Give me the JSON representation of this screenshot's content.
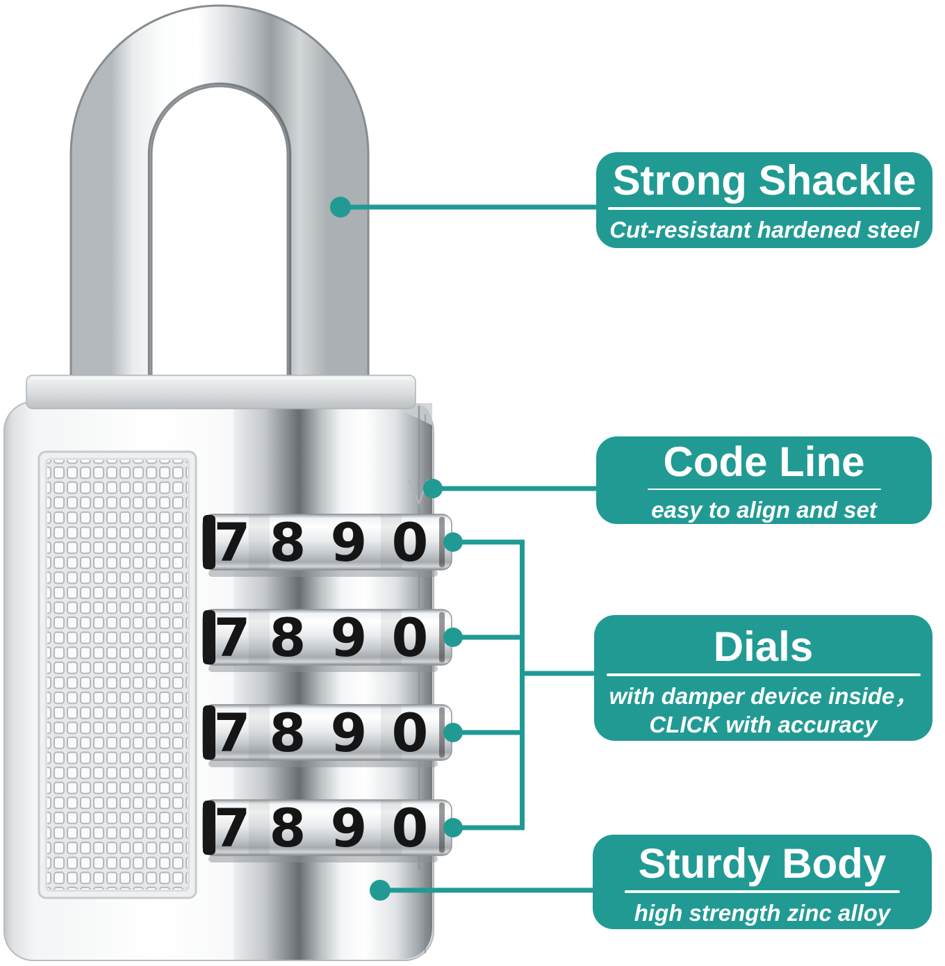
{
  "colors": {
    "accent": "#219a94"
  },
  "lock": {
    "dials": [
      {
        "digits": [
          "7",
          "8",
          "9",
          "0"
        ]
      },
      {
        "digits": [
          "7",
          "8",
          "9",
          "0"
        ]
      },
      {
        "digits": [
          "7",
          "8",
          "9",
          "0"
        ]
      },
      {
        "digits": [
          "7",
          "8",
          "9",
          "0"
        ]
      }
    ]
  },
  "callouts": {
    "strong_shackle": {
      "title": "Strong Shackle",
      "subtitle": "Cut-resistant hardened steel"
    },
    "code_line": {
      "title": "Code Line",
      "subtitle": "easy to align and set"
    },
    "dials": {
      "title": "Dials",
      "subtitle_line1": "with damper device inside，",
      "subtitle_line2": "CLICK with accuracy"
    },
    "sturdy_body": {
      "title": "Sturdy Body",
      "subtitle": "high strength zinc alloy"
    }
  }
}
